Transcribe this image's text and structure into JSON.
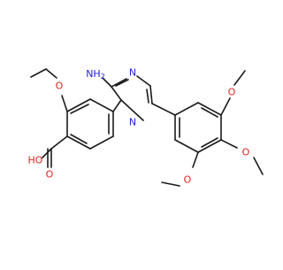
{
  "molecule": {
    "atom_labels": {
      "amine": "NH2",
      "ring_n_top": "N",
      "ring_n_bottom": "N",
      "ether_o_ethoxy": "O",
      "acid_o_carbonyl": "O",
      "acid_oh": "HO",
      "methoxy_o_top": "O",
      "methoxy_o_mid": "O",
      "methoxy_o_bottom": "O"
    },
    "colors": {
      "bond": "#1a1a1a",
      "nitrogen": "#2020d8",
      "oxygen": "#e02020"
    }
  }
}
